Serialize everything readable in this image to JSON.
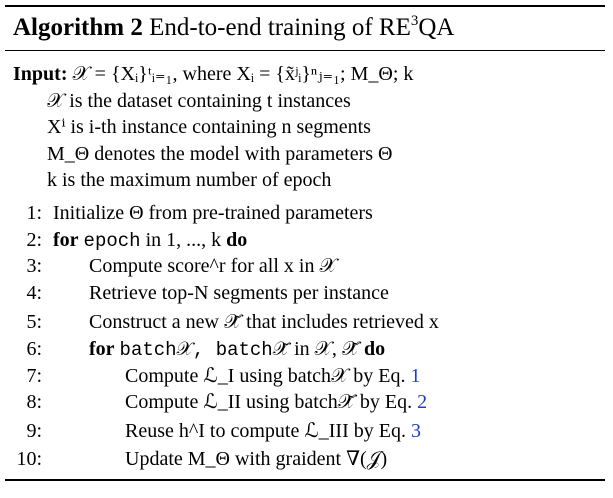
{
  "algorithm": {
    "label": "Algorithm 2",
    "title": "End-to-end training of RE",
    "title_sup": "3",
    "title_tail": "QA"
  },
  "input": {
    "keyword": "Input:",
    "formula": "𝒳 = {Xᵢ}ᵗᵢ₌₁, where Xᵢ = {x̃ʲᵢ}ⁿⱼ₌₁; M_Θ; k",
    "desc": [
      "𝒳 is the dataset containing t instances",
      "Xⁱ is i-th instance containing n segments",
      "M_Θ denotes the model with parameters Θ",
      "k is the maximum number of epoch"
    ]
  },
  "steps": [
    {
      "n": "1:",
      "text": "Initialize Θ from pre-trained parameters"
    },
    {
      "n": "2:",
      "kw": "for",
      "code": "epoch",
      "text": " in 1, ..., k ",
      "kw2": "do"
    },
    {
      "n": "3:",
      "text": "Compute score^r for all x in 𝒳"
    },
    {
      "n": "4:",
      "text": "Retrieve top-N segments per instance"
    },
    {
      "n": "5:",
      "text": "Construct a new 𝒳̃ that includes retrieved x"
    },
    {
      "n": "6:",
      "kw": "for",
      "code": "batch𝒳, batch𝒳̃",
      "text": " in 𝒳, 𝒳̃ ",
      "kw2": "do"
    },
    {
      "n": "7:",
      "text": "Compute ℒ_I using batch𝒳 by Eq. ",
      "ref": "1"
    },
    {
      "n": "8:",
      "text": "Compute ℒ_II using batch𝒳̃ by Eq. ",
      "ref": "2"
    },
    {
      "n": "9:",
      "text": "Reuse h^I to compute ℒ_III by Eq. ",
      "ref": "3"
    },
    {
      "n": "10:",
      "text": "Update M_Θ with graident ∇(𝒥)"
    }
  ],
  "colors": {
    "ref": "#1f3fbf",
    "text": "#000000"
  }
}
